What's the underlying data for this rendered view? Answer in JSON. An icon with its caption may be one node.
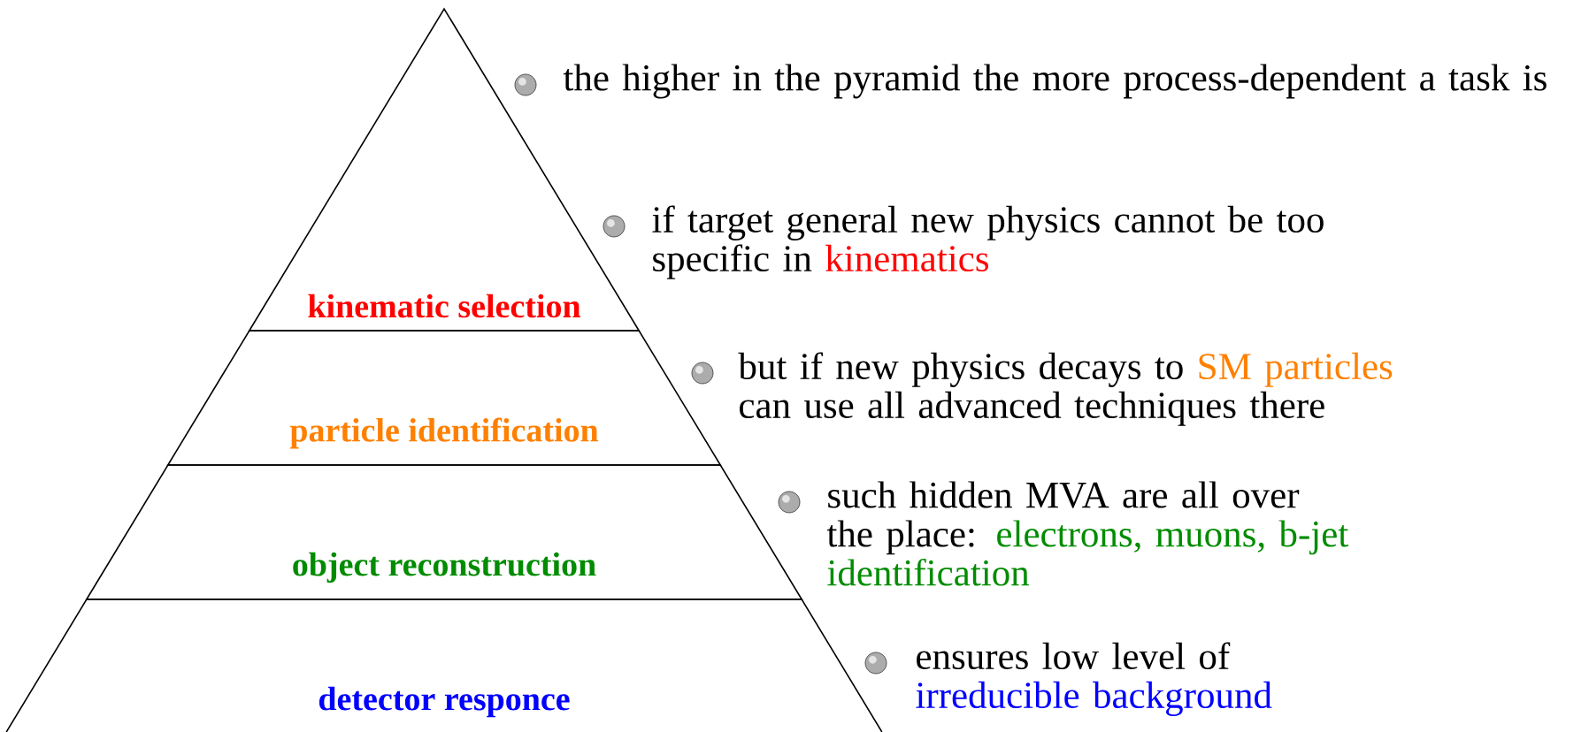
{
  "diagram": {
    "nodes": [
      {
        "text": [
          "kinematic selection"
        ]
      },
      {
        "text": [
          "particle identification"
        ]
      },
      {
        "text": [
          "object reconstruction"
        ]
      },
      {
        "text": [
          "detector responce"
        ]
      }
    ],
    "labels": [
      "the higher in the pyramid the more process-dependent a task is",
      "if target general new physics cannot be too specific in",
      "kinematics",
      "but if new physics decays to",
      "SM particles",
      "can use all advanced techniques there",
      "such hidden MVA are all over the place:",
      "electrons, muons, b-jet identification",
      "ensures low level of",
      "irreducible background"
    ]
  }
}
